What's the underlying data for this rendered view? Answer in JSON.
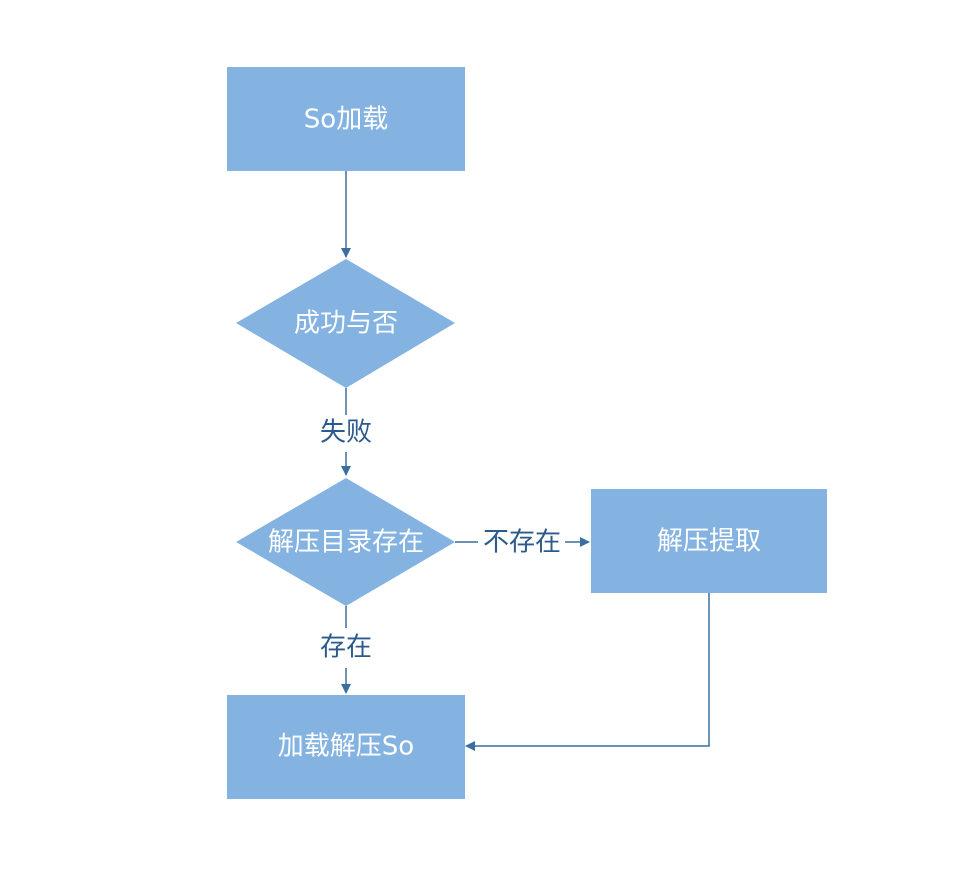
{
  "colors": {
    "node_fill": "#84b3e2",
    "edge_stroke": "#3a6f9f",
    "edge_label": "#2c5a8c",
    "background": "#ffffff"
  },
  "nodes": {
    "so_load": "So加载",
    "success_check": "成功与否",
    "unzip_dir_exists": "解压目录存在",
    "unzip_extract": "解压提取",
    "load_unzipped_so": "加载解压So"
  },
  "edges": {
    "fail": "失败",
    "not_exists": "不存在",
    "exists": "存在"
  }
}
